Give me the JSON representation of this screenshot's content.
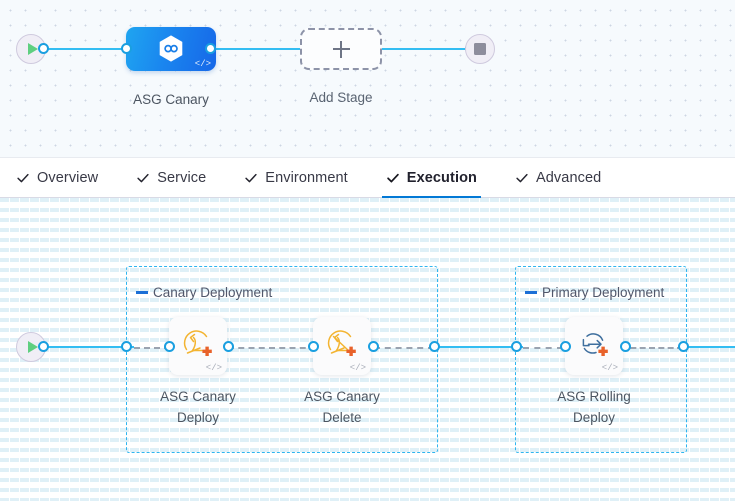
{
  "stage_canvas": {
    "start_node": {
      "icon": "play-icon",
      "label": "Start"
    },
    "end_node": {
      "icon": "stop-icon",
      "label": "End"
    },
    "stages": [
      {
        "name": "ASG Canary",
        "icon": "harness-hexagon-icon",
        "badge": "</>",
        "selected": true
      }
    ],
    "add_stage": {
      "label": "Add Stage",
      "icon": "plus-icon"
    }
  },
  "tabs": [
    {
      "label": "Overview",
      "icon": "check-icon",
      "active": false
    },
    {
      "label": "Service",
      "icon": "check-icon",
      "active": false
    },
    {
      "label": "Environment",
      "icon": "check-icon",
      "active": false
    },
    {
      "label": "Execution",
      "icon": "check-icon",
      "active": true
    },
    {
      "label": "Advanced",
      "icon": "check-icon",
      "active": false
    }
  ],
  "step_canvas": {
    "start_node": {
      "icon": "play-icon",
      "label": "Start"
    },
    "groups": [
      {
        "title": "Canary Deployment",
        "collapse_icon": "collapse-dash-icon",
        "steps": [
          {
            "line1": "ASG Canary",
            "line2": "Deploy",
            "icon": "asg-canary-deploy-icon",
            "badge": "</>"
          },
          {
            "line1": "ASG Canary",
            "line2": "Delete",
            "icon": "asg-canary-delete-icon",
            "badge": "</>"
          }
        ]
      },
      {
        "title": "Primary Deployment",
        "collapse_icon": "collapse-dash-icon",
        "steps": [
          {
            "line1": "ASG Rolling",
            "line2": "Deploy",
            "icon": "asg-rolling-deploy-icon",
            "badge": "</>"
          }
        ]
      }
    ]
  },
  "colors": {
    "accent_blue": "#0278d5",
    "wire_blue": "#33bdf2",
    "connector_ring": "#1a9fe0",
    "group_border": "#2fb5ef",
    "stage_gradient_from": "#1fa5f0",
    "stage_gradient_to": "#1667e8",
    "start_green": "#5fcf80",
    "stop_gray": "#8d8d9c",
    "aws_orange": "#f0892a",
    "aws_yellow": "#f3b431"
  }
}
